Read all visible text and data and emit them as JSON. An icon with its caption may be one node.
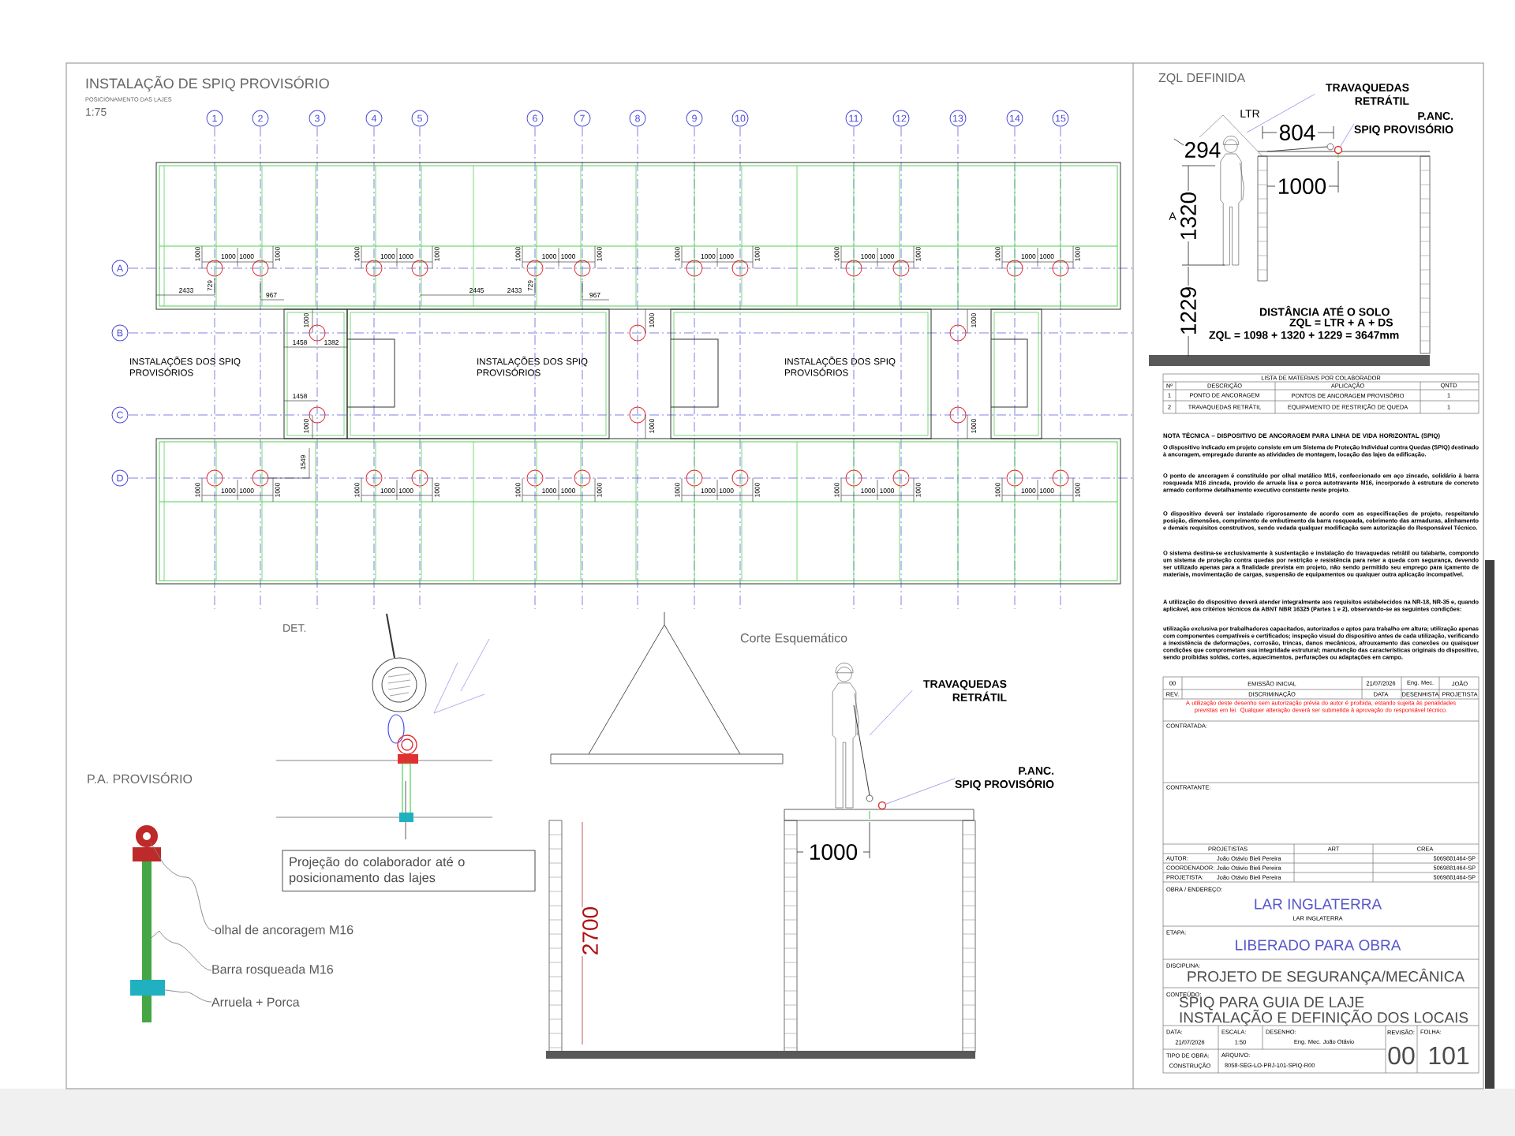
{
  "diagram": {
    "nodes": [
      {
        "text": [
          "1"
        ]
      },
      {
        "text": [
          "2"
        ]
      },
      {
        "text": [
          "3"
        ]
      },
      {
        "text": [
          "4"
        ]
      },
      {
        "text": [
          "5"
        ]
      },
      {
        "text": [
          "6"
        ]
      },
      {
        "text": [
          "7"
        ]
      },
      {
        "text": [
          "8"
        ]
      },
      {
        "text": [
          "9"
        ]
      },
      {
        "text": [
          "10"
        ]
      },
      {
        "text": [
          "11"
        ]
      },
      {
        "text": [
          "12"
        ]
      },
      {
        "text": [
          "13"
        ]
      },
      {
        "text": [
          "14"
        ]
      },
      {
        "text": [
          "15"
        ]
      },
      {
        "text": [
          "A"
        ]
      },
      {
        "text": [
          "B"
        ]
      },
      {
        "text": [
          "C"
        ]
      },
      {
        "text": [
          "D"
        ]
      },
      {
        "text": [
          "Projeção do colaborador até o posicionamento das lajes"
        ]
      },
      {
        "text": [
          "TRAVAQUEDAS RETRÁTIL"
        ]
      },
      {
        "text": [
          "P.ANC.",
          "SPIQ PROVISÓRIO"
        ]
      },
      {
        "text": [
          "TRAVAQUEDAS RETRÁTIL"
        ]
      },
      {
        "text": [
          "P.ANC.",
          "SPIQ PROVISÓRIO"
        ]
      },
      {
        "text": [
          "olhal de ancoragem M16"
        ]
      },
      {
        "text": [
          "Barra rosqueada M16"
        ]
      },
      {
        "text": [
          "Arruela + Porca"
        ]
      },
      {
        "text": [],
        "shape": "circle"
      },
      {
        "text": [],
        "shape": "circle"
      },
      {
        "text": [],
        "shape": "circle"
      },
      {
        "text": [],
        "shape": "bar"
      },
      {
        "text": [],
        "shape": "box"
      }
    ],
    "edges": [
      {
        "from": 20,
        "to": null,
        "arrow": "none"
      },
      {
        "from": 21,
        "to": 27,
        "arrow": "none"
      },
      {
        "from": 22,
        "to": null,
        "arrow": "none"
      },
      {
        "from": 23,
        "to": 28,
        "arrow": "none"
      },
      {
        "from": 24,
        "to": 29,
        "arrow": "none",
        "color": "#808080"
      },
      {
        "from": 25,
        "to": 30,
        "arrow": "none",
        "color": "#808080"
      },
      {
        "from": 26,
        "to": 31,
        "arrow": "none",
        "color": "#808080"
      }
    ],
    "labels": [
      "INSTALAÇÃO DE SPIQ PROVISÓRIO",
      "POSICIONAMENTO DAS LAJES",
      "1:75",
      "1000",
      "1000",
      "1000",
      "1000",
      "1000",
      "1000",
      "1000",
      "1000",
      "1000",
      "1000",
      "1000",
      "1000",
      "1000",
      "1000",
      "1000",
      "1000",
      "1000",
      "1000",
      "1000",
      "1000",
      "1000",
      "1000",
      "1000",
      "1000",
      "1000",
      "1000",
      "1000",
      "1000",
      "1000",
      "1000",
      "1000",
      "1000",
      "1000",
      "1000",
      "1000",
      "1000",
      "1000",
      "1000",
      "1000",
      "1000",
      "1000",
      "1000",
      "1000",
      "1000",
      "1000",
      "1000",
      "1000",
      "1000",
      "2433",
      "729",
      "967",
      "2445",
      "2433",
      "729",
      "967",
      "1000",
      "1458",
      "1382",
      "1458",
      "1000",
      "1549",
      "1000",
      "1000",
      "1000",
      "1000",
      "INSTALAÇÕES DOS SPIQ PROVISÓRIOS",
      "INSTALAÇÕES DOS SPIQ PROVISÓRIOS",
      "INSTALAÇÕES DOS SPIQ PROVISÓRIOS",
      "ZQL DEFINIDA",
      "LTR",
      "804",
      "294",
      "1000",
      "A",
      "1320",
      "1229",
      "DISTÂNCIA ATÉ O SOLO",
      "ZQL = LTR + A + DS",
      "ZQL = 1098 + 1320 + 1229 = 3647mm",
      "LISTA DE MATERIAIS POR COLABORADOR",
      "Nº",
      "DESCRIÇÃO",
      "APLICAÇÃO",
      "QNTD",
      "1",
      "PONTO DE ANCORAGEM",
      "PONTOS DE ANCORAGEM PROVISÓRIO",
      "1",
      "2",
      "TRAVAQUEDAS RETRÁTIL",
      "EQUIPAMENTO DE RESTRIÇÃO DE QUEDA",
      "1",
      "NOTA TÉCNICA – DISPOSITIVO DE ANCORAGEM PARA LINHA DE VIDA HORIZONTAL (SPIQ)",
      "O dispositivo indicado em projeto consiste em um Sistema de Proteção Individual contra Quedas (SPIQ) destinado à ancoragem, empregado durante as atividades de montagem, locação das lajes da edificação.",
      "O ponto de ancoragem é constituído por olhal metálico M16, confeccionado em aço zincado, solidário à barra rosqueada M16 zincada, provido de arruela lisa e porca autotravante M16, incorporado à estrutura de concreto armado conforme detalhamento executivo constante neste projeto.",
      "O dispositivo deverá ser instalado rigorosamente de acordo com as especificações de projeto, respeitando posição, dimensões, comprimento de embutimento da barra rosqueada, cobrimento das armaduras, alinhamento e demais requisitos construtivos, sendo vedada qualquer modificação sem autorização do Responsável Técnico.",
      "O sistema destina-se exclusivamente à sustentação e instalação do travaquedas retrátil ou talabarte, compondo um sistema de proteção contra quedas por restrição e resistência para reter a queda com segurança, devendo ser utilizado apenas para a finalidade prevista em projeto, não sendo permitido seu emprego para içamento de materiais, movimentação de cargas, suspensão de equipamentos ou qualquer outra aplicação incompatível.",
      "A utilização do dispositivo deverá atender integralmente aos requisitos estabelecidos na NR-18, NR-35 e, quando aplicável, aos critérios técnicos da ABNT NBR 16325 (Partes 1 e 2), observando-se as seguintes condições:",
      "utilização exclusiva por trabalhadores capacitados, autorizados e aptos para trabalho em altura; utilização apenas com componentes compatíveis e certificados; inspeção visual do dispositivo antes de cada utilização, verificando a inexistência de deformações, corrosão, trincas, danos mecânicos, afrouxamento das conexões ou quaisquer condições que comprometam sua integridade estrutural; manutenção das características originais do dispositivo, sendo proibidas soldas, cortes, aquecimentos, perfurações ou adaptações em campo.",
      "00",
      "EMISSÃO INICIAL",
      "21/07/2026",
      "Eng. Mec.",
      "JOÃO",
      "REV.",
      "DISCRIMINAÇÃO",
      "DATA",
      "DESENHISTA",
      "PROJETISTA",
      "A utilização deste desenho sem autorização prévia do autor é proibida, estando sujeita às penalidades previstas em lei. Qualquer alteração deverá ser submetida à aprovação do responsável técnico.",
      "CONTRATADA:",
      "CONTRATANTE:",
      "PROJETISTAS",
      "ART",
      "CREA",
      "AUTOR:",
      "João Otávio Bieli Pereira",
      "5069881464-SP",
      "COORDENADOR:",
      "João Otávio Bieli Pereira",
      "5069881464-SP",
      "PROJETISTA:",
      "João Otávio Bieli Pereira",
      "5069881464-SP",
      "OBRA / ENDEREÇO:",
      "LAR INGLATERRA",
      "LAR INGLATERRA",
      "ETAPA:",
      "LIBERADO PARA OBRA",
      "DISCIPLINA:",
      "PROJETO DE SEGURANÇA/MECÂNICA",
      "CONTEÚDO:",
      "SPIQ PARA GUIA DE LAJE",
      "INSTALAÇÃO E DEFINIÇÃO DOS LOCAIS",
      "DATA:",
      "21/07/2026",
      "ESCALA:",
      "1:50",
      "DESENHO:",
      "Eng. Mec. João Otávio",
      "REVISÃO:",
      "00",
      "FOLHA:",
      "101",
      "TIPO DE OBRA:",
      "CONSTRUÇÃO",
      "ARQUIVO:",
      "8058-SEG-LO-PRJ-101-SPIQ-R00",
      "DET.",
      "Corte Esquemático",
      "2700",
      "1000",
      "P.A. PROVISÓRIO"
    ]
  }
}
